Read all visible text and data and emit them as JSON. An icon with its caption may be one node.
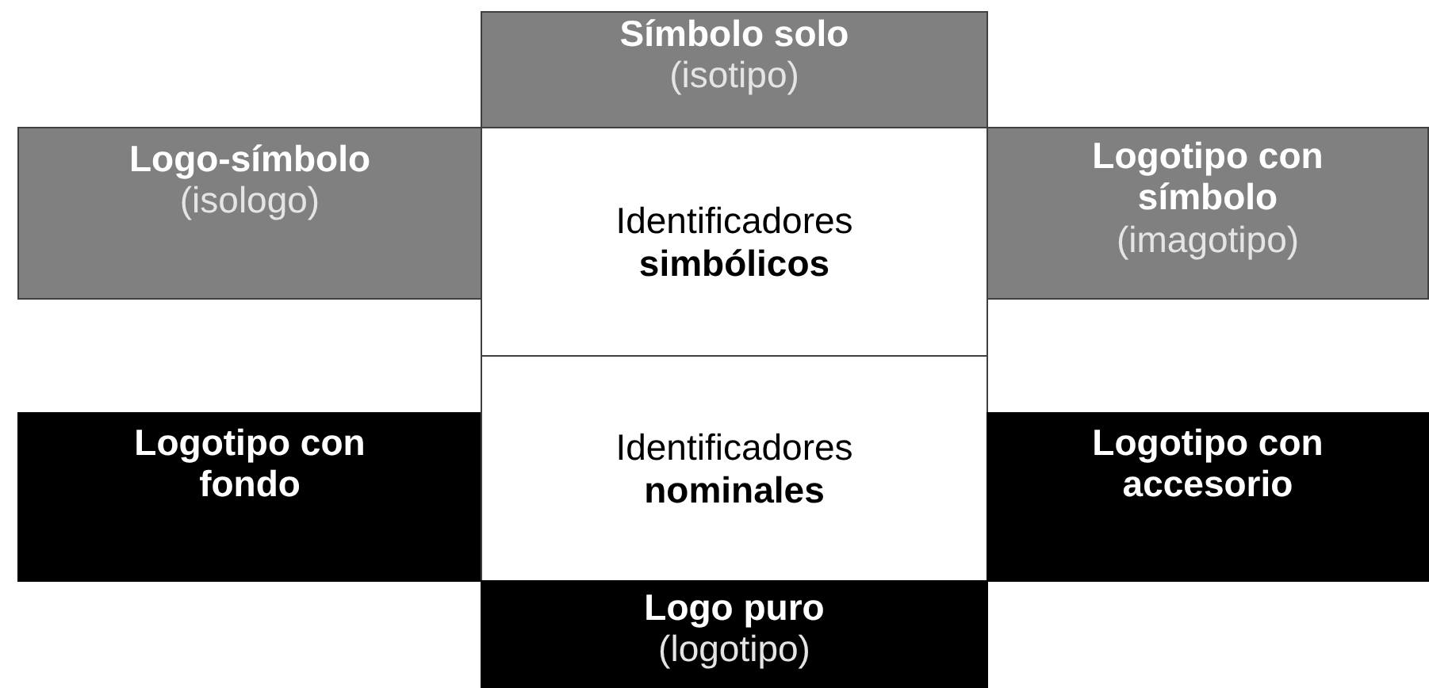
{
  "diagram": {
    "nodes": [
      {
        "text": [
          "Símbolo solo",
          "(isotipo)"
        ]
      },
      {
        "text": [
          "Logo-símbolo",
          "(isologo)"
        ]
      },
      {
        "text": [
          "Identificadores **simbólicos**"
        ]
      },
      {
        "text": [
          "Logotipo con símbolo",
          "(imagotipo)"
        ]
      },
      {
        "text": [
          "Logotipo con fondo"
        ]
      },
      {
        "text": [
          "Identificadores **nominales**"
        ]
      },
      {
        "text": [
          "Logotipo con accesorio"
        ]
      },
      {
        "text": [
          "Logo puro",
          "(logotipo)"
        ]
      }
    ]
  }
}
